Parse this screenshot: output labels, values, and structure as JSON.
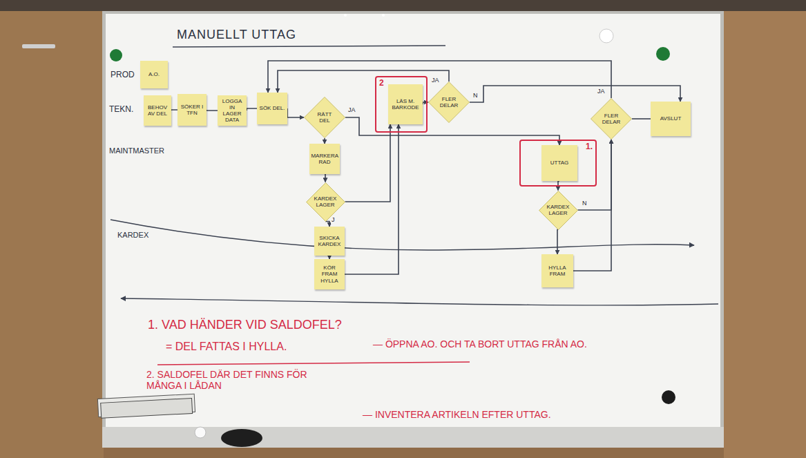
{
  "diagram": {
    "title": "MANUELLT UTTAG",
    "nodes": [
      {
        "text": [
          "A.O."
        ]
      },
      {
        "text": [
          "BEHOV AV DEL"
        ]
      },
      {
        "text": [
          "SÖKER I TFN"
        ]
      },
      {
        "text": [
          "LOGGA IN LAGER DATA"
        ]
      },
      {
        "text": [
          "SÖK DEL."
        ]
      },
      {
        "text": [
          "RÄTT DEL"
        ]
      },
      {
        "text": [
          "2"
        ]
      },
      {
        "text": [
          "LÄS M. BARKODE"
        ],
        "in": 6
      },
      {
        "text": [
          "FLER DELAR"
        ]
      },
      {
        "text": [
          "MARKERA RAD"
        ]
      },
      {
        "text": [
          "KARDEX LAGER"
        ]
      },
      {
        "text": [
          "SKICKA KARDEX"
        ]
      },
      {
        "text": [
          "KÖR FRAM HYLLA"
        ]
      },
      {
        "text": [
          "1."
        ]
      },
      {
        "text": [
          "UTTAG"
        ],
        "in": 13
      },
      {
        "text": [
          "KARDEX LAGER"
        ]
      },
      {
        "text": [
          "HYLLA FRAM"
        ]
      },
      {
        "text": [
          "FLER DELAR"
        ]
      },
      {
        "text": [
          "AVSLUT"
        ]
      }
    ],
    "edges": [
      {
        "from": 1,
        "to": 2,
        "arrow": "none"
      },
      {
        "from": 2,
        "to": 3,
        "arrow": "none"
      },
      {
        "from": 3,
        "to": 4,
        "arrow": "none"
      },
      {
        "from": 4,
        "to": 5,
        "arrow": "to"
      },
      {
        "from": 5,
        "to": 14,
        "label": "JA",
        "arrow": "to"
      },
      {
        "from": 5,
        "to": 9,
        "arrow": "to"
      },
      {
        "from": 9,
        "to": 10,
        "arrow": "to"
      },
      {
        "from": 10,
        "to": 11,
        "label": "J",
        "arrow": "to"
      },
      {
        "from": 10,
        "to": 7,
        "arrow": "to"
      },
      {
        "from": 11,
        "to": 12,
        "arrow": "to"
      },
      {
        "from": 12,
        "to": 7,
        "arrow": "to"
      },
      {
        "from": 7,
        "to": 8,
        "arrow": "to"
      },
      {
        "from": 8,
        "to": 4,
        "label": "JA",
        "arrow": "to"
      },
      {
        "from": 8,
        "to": 18,
        "label": "N",
        "arrow": "to"
      },
      {
        "from": 14,
        "to": 15,
        "arrow": "to"
      },
      {
        "from": 15,
        "to": 17,
        "label": "N",
        "arrow": "to"
      },
      {
        "from": 15,
        "to": 16,
        "arrow": "to"
      },
      {
        "from": 16,
        "to": 17,
        "arrow": "to"
      },
      {
        "from": 17,
        "to": 4,
        "label": "JA",
        "arrow": "to"
      },
      {
        "from": 17,
        "to": 18,
        "arrow": "none"
      }
    ],
    "labels": [
      "PROD",
      "TEKN.",
      "MAINTMASTER",
      "KARDEX",
      "1. VAD HÄNDER VID SALDOFEL?",
      "= DEL FATTAS I HYLLA.",
      "— ÖPPNA AO. OCH TA BORT UTTAG FRÅN AO.",
      "2. SALDOFEL DÄR DET FINNS FÖR MÅNGA I LÅDAN",
      "— INVENTERA ARTIKELN EFTER UTTAG."
    ]
  }
}
